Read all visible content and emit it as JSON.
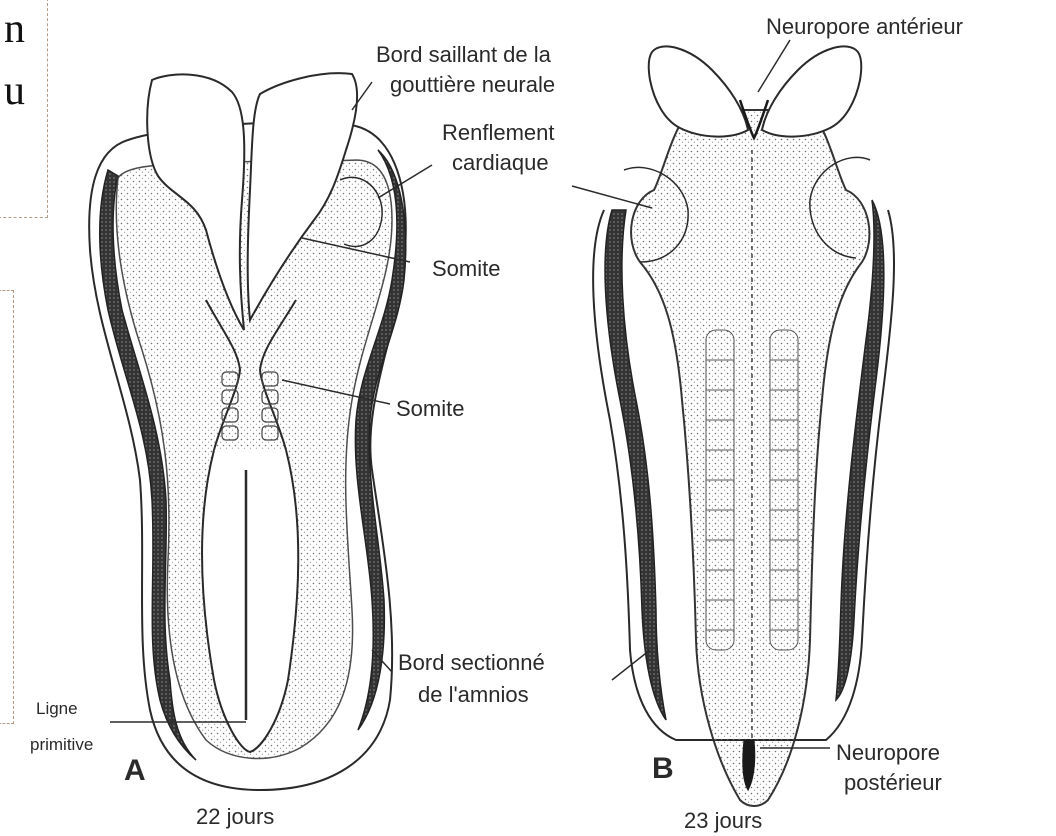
{
  "slide_fragment": {
    "line1": "n",
    "line2": "u"
  },
  "labels": {
    "neuropore_anterieur": "Neuropore antérieur",
    "bord_saillant_1": "Bord saillant de la",
    "bord_saillant_2": "gouttière neurale",
    "renflement_1": "Renflement",
    "renflement_2": "cardiaque",
    "somite_1": "Somite",
    "somite_2": "Somite",
    "bord_sectionne_1": "Bord sectionné",
    "bord_sectionne_2": "de l'amnios",
    "ligne_primitive_1": "Ligne",
    "ligne_primitive_2": "primitive",
    "neuropore_posterieur_1": "Neuropore",
    "neuropore_posterieur_2": "postérieur"
  },
  "panels": {
    "a_letter": "A",
    "a_caption": "22 jours",
    "b_letter": "B",
    "b_caption": "23 jours"
  },
  "colors": {
    "ink": "#2a2a2a",
    "stipple": "#555555",
    "frame": "#b59a86"
  }
}
